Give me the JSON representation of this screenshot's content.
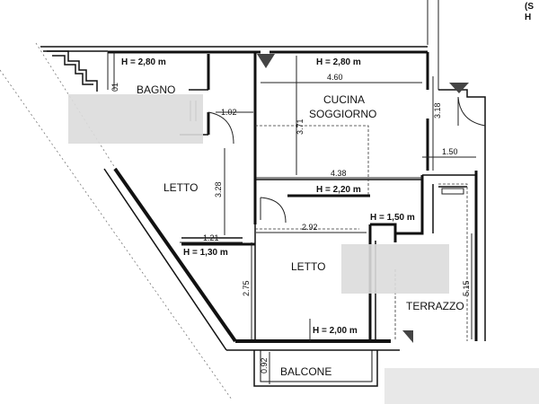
{
  "rooms": {
    "bagno": "BAGNO",
    "cucina": "CUCINA",
    "soggiorno": "SOGGIORNO",
    "letto1": "LETTO",
    "letto2": "LETTO",
    "terrazzo": "TERRAZZO",
    "balcone": "BALCONE"
  },
  "heights": {
    "bagno": "H = 2,80 m",
    "cucina": "H = 2,80 m",
    "letto2": "H = 2,20 m",
    "corridor": "H = 1,50 m",
    "letto1": "H = 1,30 m",
    "balcone": "H = 2,00 m"
  },
  "dimensions": {
    "d460": "4.60",
    "d102": "1.02",
    "d371": "3.71",
    "d318": "3.18",
    "d150": "1.50",
    "d438": "4.38",
    "d328": "3.28",
    "d121": "1.21",
    "d292": "2.92",
    "d275": "2.75",
    "d515": "5.15",
    "d092": "0.92",
    "d01": "01"
  },
  "corner_text": {
    "line1": "(S",
    "line2": "H"
  }
}
